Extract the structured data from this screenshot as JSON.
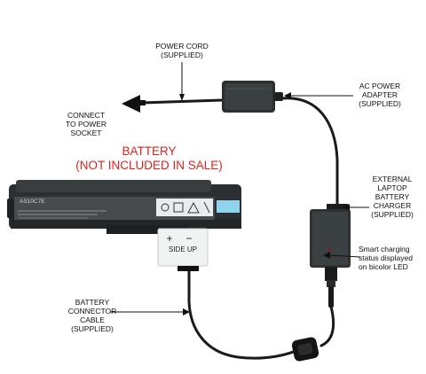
{
  "labels": {
    "power_cord": [
      "POWER CORD",
      "(SUPPLIED)"
    ],
    "ac_adapter": [
      "AC POWER",
      "ADAPTER",
      "(SUPPLIED)"
    ],
    "connect_socket": [
      "CONNECT",
      "TO POWER",
      "SOCKET"
    ],
    "battery_title": [
      "BATTERY",
      "(NOT INCLUDED IN SALE)"
    ],
    "external_charger": [
      "EXTERNAL",
      "LAPTOP",
      "BATTERY",
      "CHARGER",
      "(SUPPLIED)"
    ],
    "status_led": [
      "Smart charging",
      "status displayed",
      "on bicolor LED"
    ],
    "connector_cable": [
      "BATTERY",
      "CONNECTOR",
      "CABLE",
      "(SUPPLIED)"
    ]
  },
  "battery_model": "AS10C7E",
  "connector_plate": {
    "side_up": "SIDE UP",
    "signs": [
      "+",
      "−"
    ]
  },
  "colors": {
    "title_red": "#d8231f",
    "battery_body": "#3a3d40",
    "cable": "#1a1a1a",
    "sticker_blue": "#8fd3ec"
  }
}
